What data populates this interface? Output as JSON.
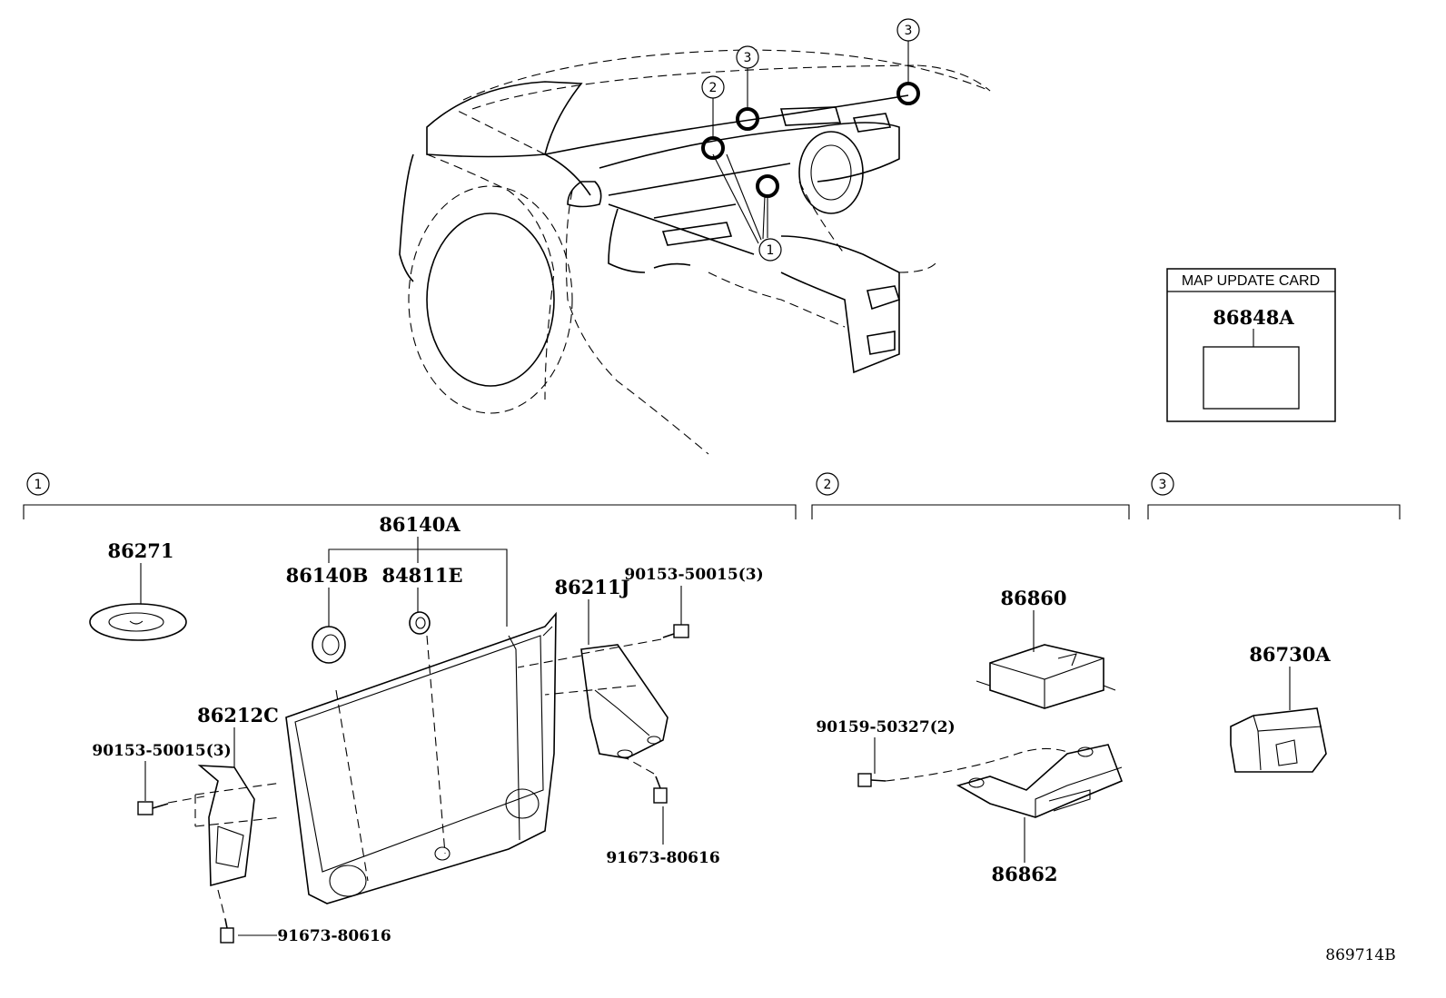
{
  "colors": {
    "ink": "#000000",
    "paper": "#ffffff",
    "shade": "#d0d0d0"
  },
  "callouts": {
    "one": "1",
    "two": "2",
    "three": "3"
  },
  "map_update_card": {
    "title": "MAP UPDATE CARD",
    "part": "86848A"
  },
  "section1": {
    "disc": "86271",
    "display_assembly": "86140A",
    "bezel_cushion": "86140B",
    "clip": "84811E",
    "bracket_right": "86211J",
    "bracket_left": "86212C",
    "screw_right": "90153-50015(3)",
    "screw_left": "90153-50015(3)",
    "bolt_right": "91673-80616",
    "bolt_left": "91673-80616"
  },
  "section2": {
    "module": "86860",
    "bracket": "86862",
    "screw": "90159-50327(2)"
  },
  "section3": {
    "antenna": "86730A"
  },
  "diagram_number": "869714B"
}
